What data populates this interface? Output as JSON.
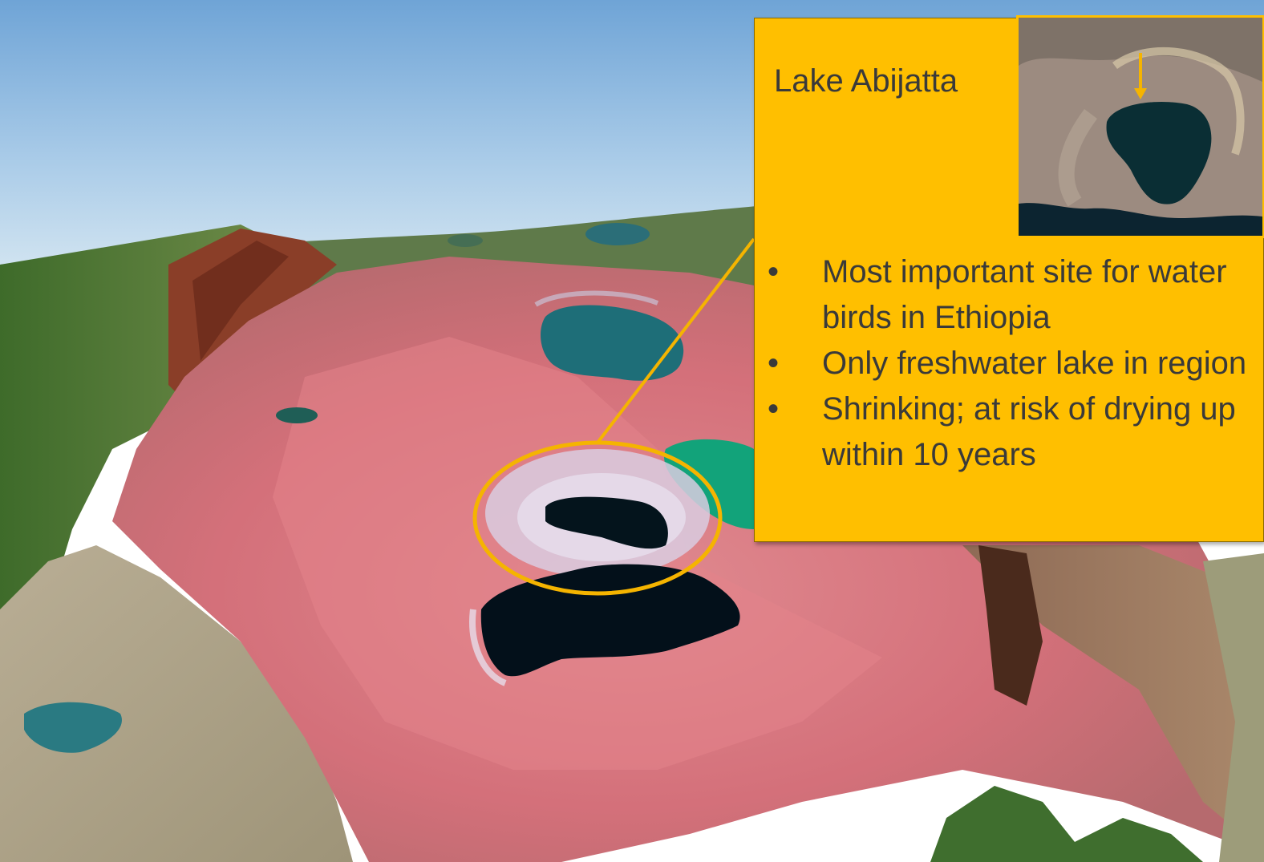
{
  "callout": {
    "title": "Lake Abijatta",
    "bullets": [
      "Most important site for water birds in Ethiopia",
      "Only freshwater lake in region",
      "Shrinking; at risk of drying up within 10 years"
    ],
    "bullet_glyph": "•"
  },
  "colors": {
    "callout_fill": "#FFBF00",
    "ellipse_stroke": "#F5B400",
    "pointer_line": "#F5B400",
    "sky_top": "#6FA8DC",
    "sky_horizon": "#CFE3F3",
    "vegetation_false_color": "#D9767E",
    "lake_dark": "#04141C",
    "lake_teal": "#1E6E78",
    "lake_green": "#12A37A"
  },
  "icons": {
    "inset_arrow": "arrow-down-icon"
  }
}
